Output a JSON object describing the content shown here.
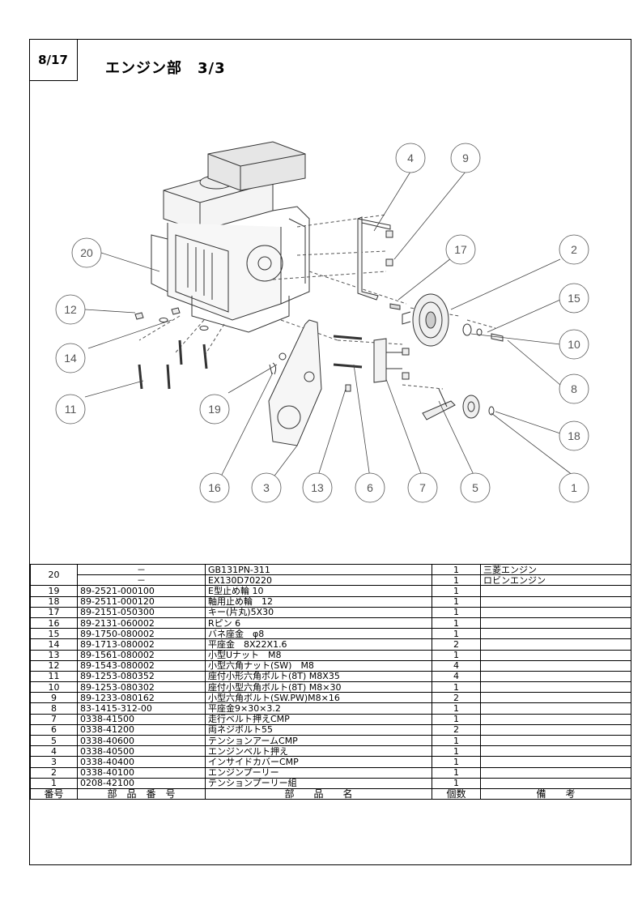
{
  "page": {
    "number": "8/17",
    "title": "エンジン部　3/3"
  },
  "callouts": [
    "1",
    "2",
    "3",
    "4",
    "5",
    "6",
    "7",
    "8",
    "9",
    "10",
    "11",
    "12",
    "13",
    "14",
    "15",
    "16",
    "17",
    "18",
    "19",
    "20"
  ],
  "table": {
    "headers": {
      "no": "番号",
      "part_no": "部　品　番　号",
      "name": "部　　品　　名",
      "qty": "個数",
      "remarks": "備　　考"
    },
    "row20": [
      {
        "part_no": "－",
        "name": "GB131PN-311",
        "qty": "1",
        "remarks": "三菱エンジン"
      },
      {
        "part_no": "－",
        "name": "EX130D70220",
        "qty": "1",
        "remarks": "ロビンエンジン"
      }
    ],
    "row20_no": "20",
    "rows": [
      {
        "no": "19",
        "part_no": "89-2521-000100",
        "name": "E型止め輪 10",
        "qty": "1",
        "remarks": ""
      },
      {
        "no": "18",
        "part_no": "89-2511-000120",
        "name": "軸用止め輪　12",
        "qty": "1",
        "remarks": ""
      },
      {
        "no": "17",
        "part_no": "89-2151-050300",
        "name": "キー(片丸)5X30",
        "qty": "1",
        "remarks": ""
      },
      {
        "no": "16",
        "part_no": "89-2131-060002",
        "name": "Rピン 6",
        "qty": "1",
        "remarks": ""
      },
      {
        "no": "15",
        "part_no": "89-1750-080002",
        "name": "バネ座金　φ8",
        "qty": "1",
        "remarks": ""
      },
      {
        "no": "14",
        "part_no": "89-1713-080002",
        "name": "平座金　8X22X1.6",
        "qty": "2",
        "remarks": ""
      },
      {
        "no": "13",
        "part_no": "89-1561-080002",
        "name": "小型Uナット　M8",
        "qty": "1",
        "remarks": ""
      },
      {
        "no": "12",
        "part_no": "89-1543-080002",
        "name": "小型六角ナット(SW)　M8",
        "qty": "4",
        "remarks": ""
      },
      {
        "no": "11",
        "part_no": "89-1253-080352",
        "name": "座付小形六角ボルト(8T) M8X35",
        "qty": "4",
        "remarks": ""
      },
      {
        "no": "10",
        "part_no": "89-1253-080302",
        "name": "座付小型六角ボルト(8T) M8×30",
        "qty": "1",
        "remarks": ""
      },
      {
        "no": "9",
        "part_no": "89-1233-080162",
        "name": "小型六角ボルト(SW.PW)M8×16",
        "qty": "2",
        "remarks": ""
      },
      {
        "no": "8",
        "part_no": "83-1415-312-00",
        "name": "平座金9×30×3.2",
        "qty": "1",
        "remarks": ""
      },
      {
        "no": "7",
        "part_no": "0338-41500",
        "name": "走行ベルト押えCMP",
        "qty": "1",
        "remarks": ""
      },
      {
        "no": "6",
        "part_no": "0338-41200",
        "name": "両ネジボルト55",
        "qty": "2",
        "remarks": ""
      },
      {
        "no": "5",
        "part_no": "0338-40600",
        "name": "テンションアームCMP",
        "qty": "1",
        "remarks": ""
      },
      {
        "no": "4",
        "part_no": "0338-40500",
        "name": "エンジンベルト押え",
        "qty": "1",
        "remarks": ""
      },
      {
        "no": "3",
        "part_no": "0338-40400",
        "name": "インサイドカバーCMP",
        "qty": "1",
        "remarks": ""
      },
      {
        "no": "2",
        "part_no": "0338-40100",
        "name": "エンジンプーリー",
        "qty": "1",
        "remarks": ""
      },
      {
        "no": "1",
        "part_no": "0208-42100",
        "name": "テンションプーリー組",
        "qty": "1",
        "remarks": ""
      }
    ]
  }
}
